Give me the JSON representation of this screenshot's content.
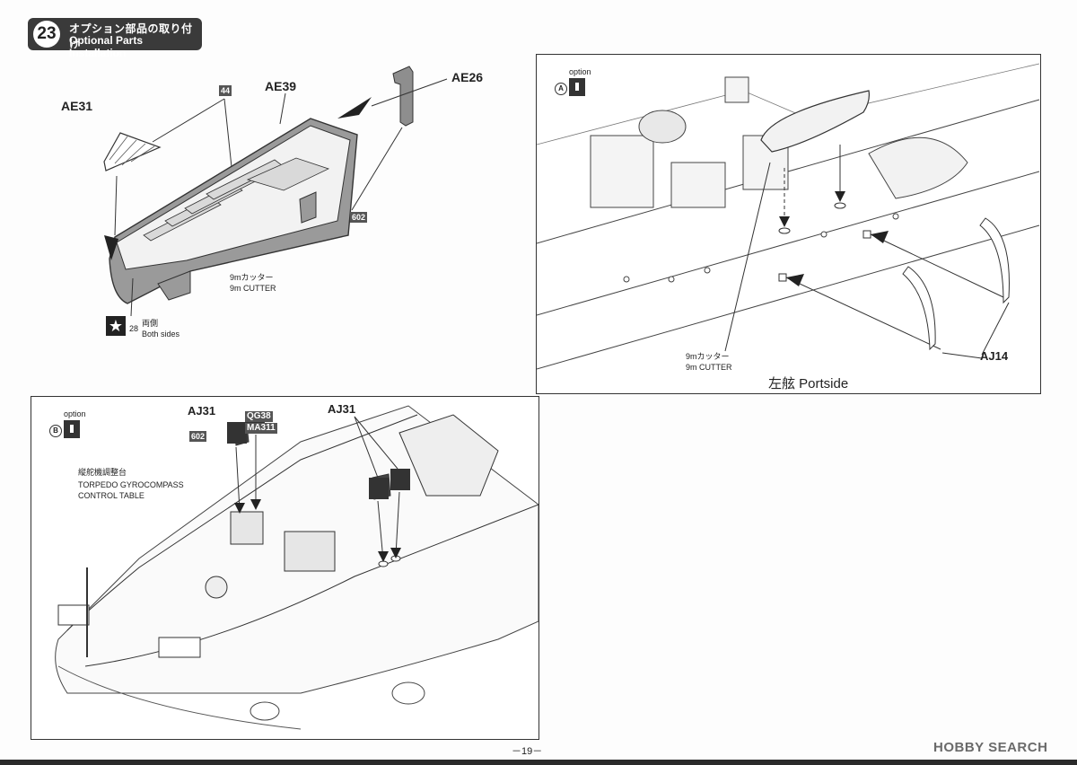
{
  "header": {
    "step_number": "23",
    "title_ja": "オプション部品の取り付け",
    "title_en": "Optional Parts Installation"
  },
  "cutter_detail": {
    "labels": {
      "ae31": "AE31",
      "ae39": "AE39",
      "ae26": "AE26"
    },
    "part_44": "44",
    "part_602": "602",
    "cutter_ja": "9mカッター",
    "cutter_en": "9m CUTTER",
    "decal_num": "28",
    "both_sides_ja": "両側",
    "both_sides_en": "Both sides"
  },
  "panel_a": {
    "option_word": "option",
    "option_letter": "A",
    "cutter_ja": "9mカッター",
    "cutter_en": "9m CUTTER",
    "aj14": "AJ14",
    "portside": "左舷 Portside"
  },
  "panel_b": {
    "option_word": "option",
    "option_letter": "B",
    "aj31_left": "AJ31",
    "aj31_right": "AJ31",
    "qg38": "QG38",
    "ma311": "MA311",
    "part_602": "602",
    "torpedo_ja": "縦舵機調整台",
    "torpedo_en_1": "TORPEDO GYROCOMPASS",
    "torpedo_en_2": "CONTROL TABLE"
  },
  "footer": {
    "page": "－19－",
    "watermark": "HOBBY SEARCH"
  }
}
